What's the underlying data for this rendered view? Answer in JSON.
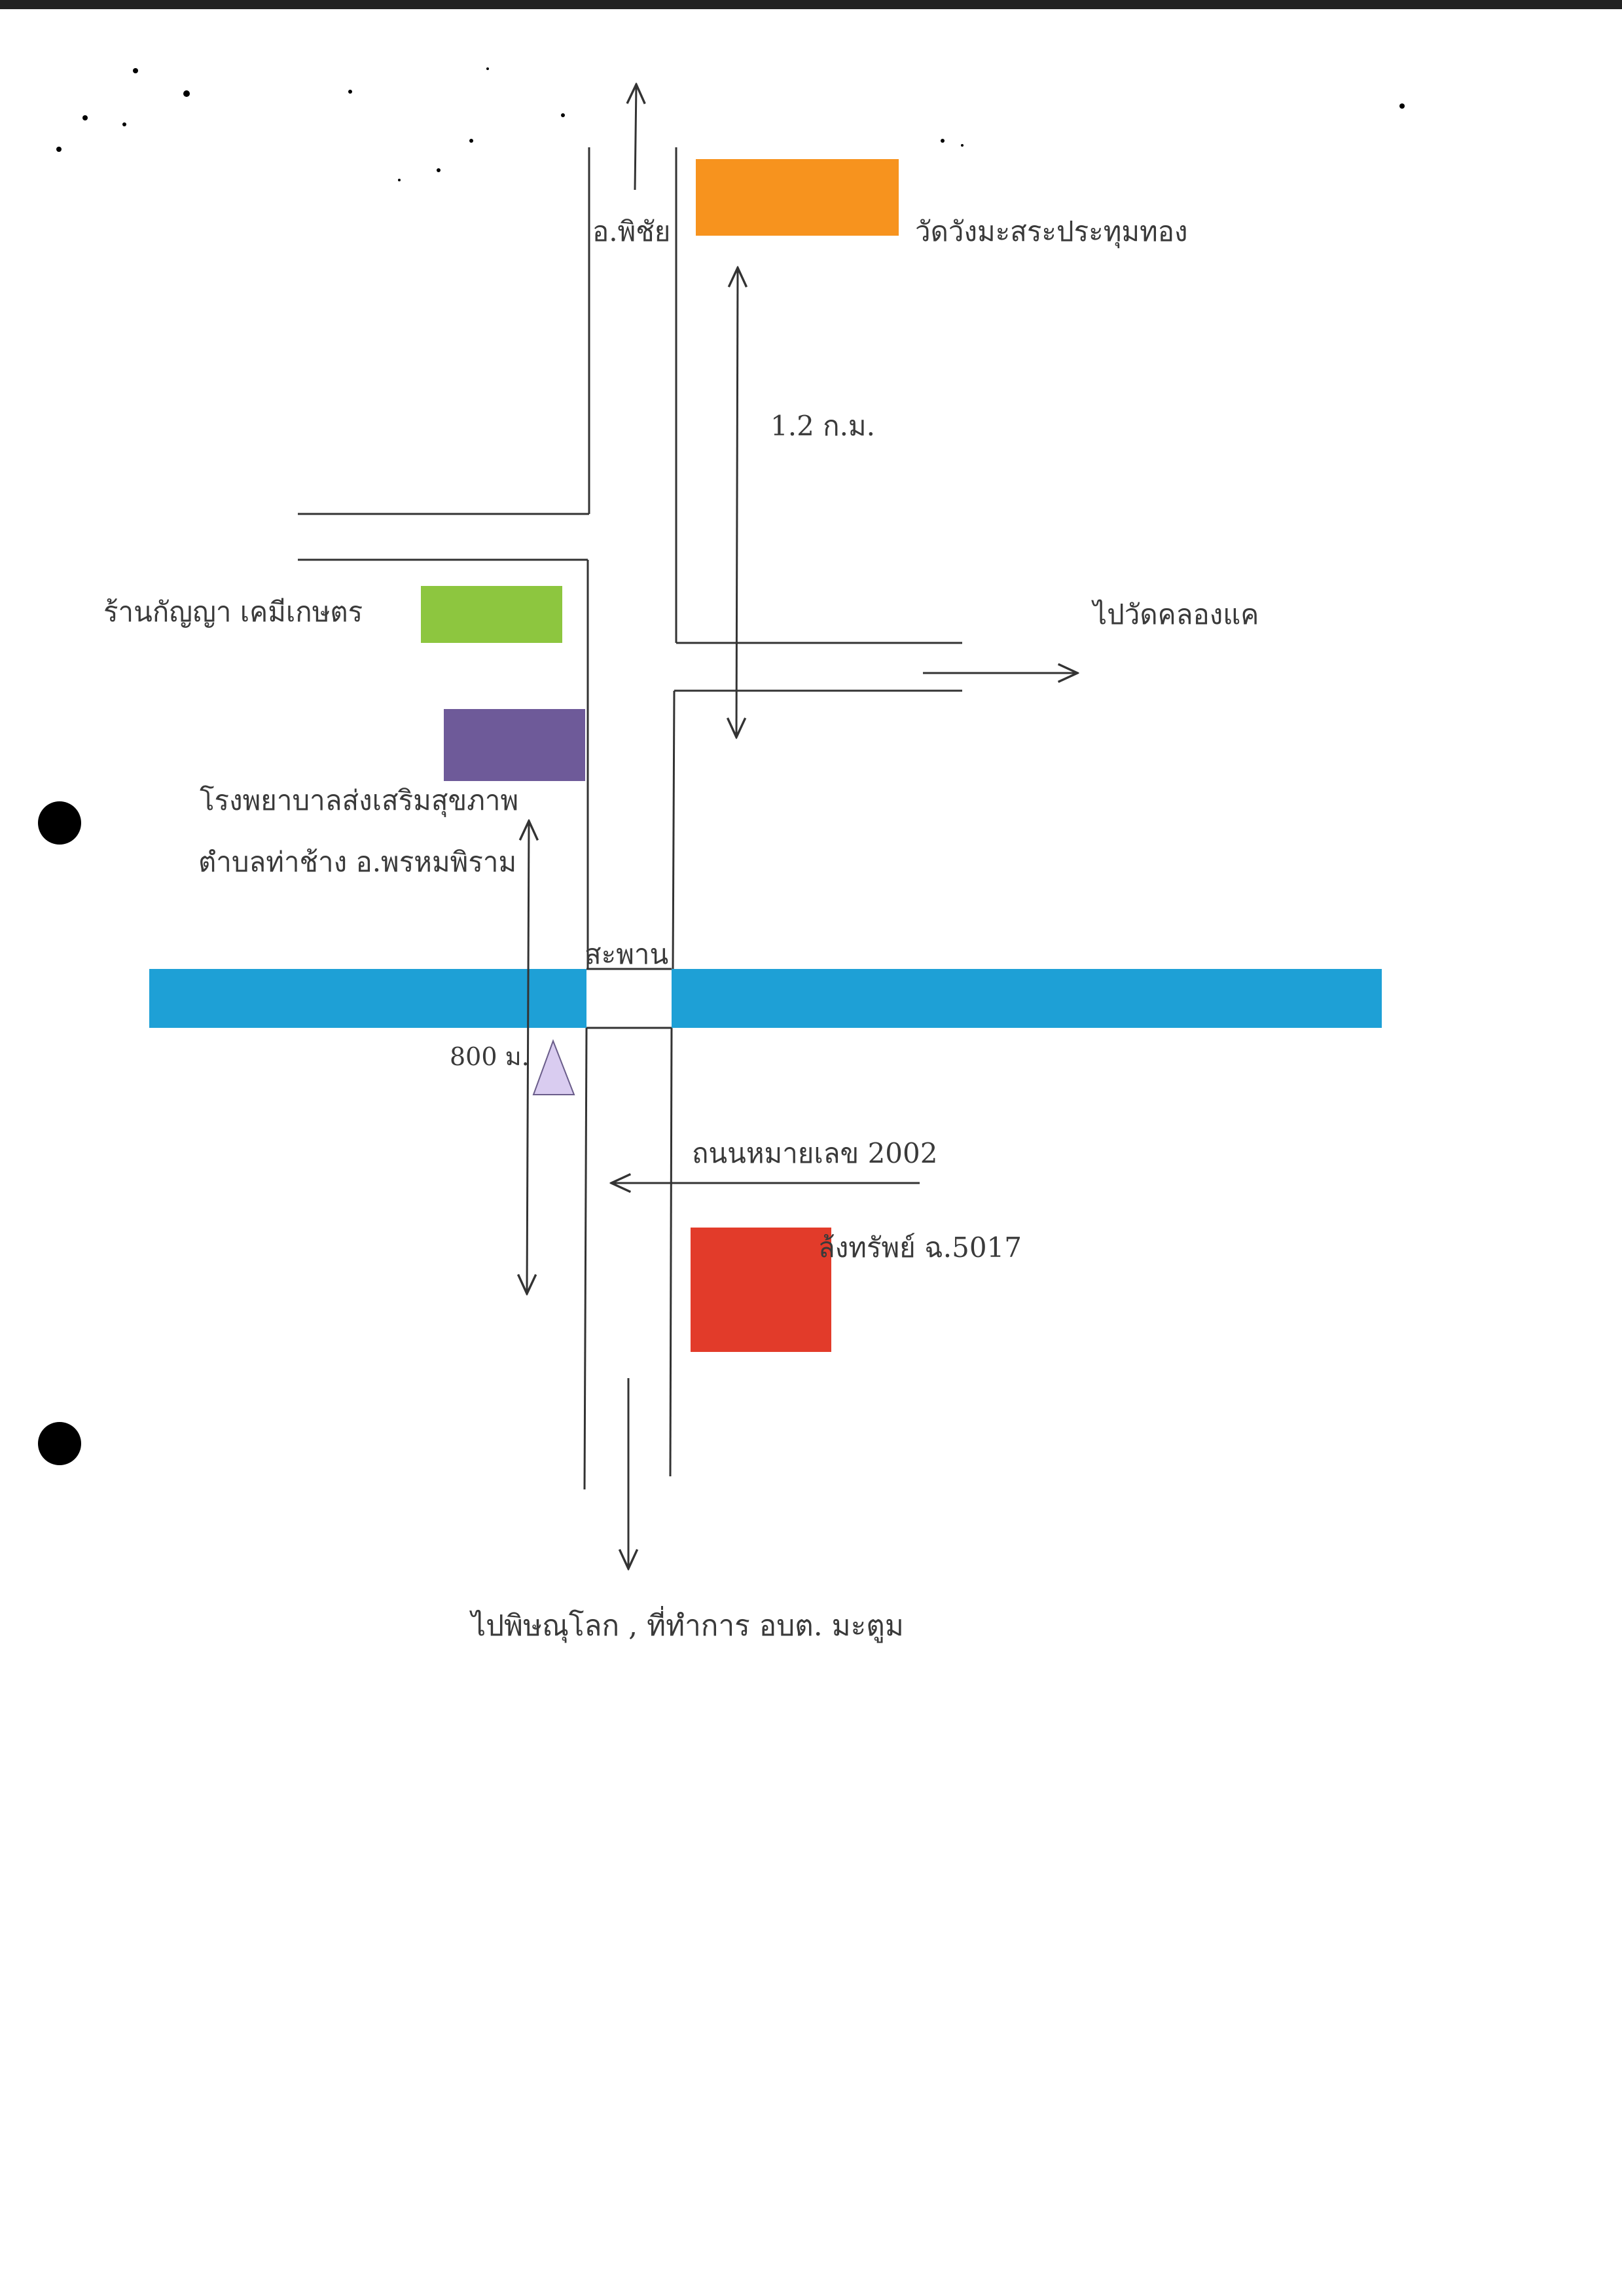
{
  "map": {
    "labels": {
      "north_road": "อ.พิชัย",
      "temple": "วัดวังมะสระประทุมทอง",
      "distance_north": "1.2 ก.ม.",
      "shop": "ร้านกัญญา เคมีเกษตร",
      "east_road": "ไปวัดคลองแค",
      "hospital_line1": "โรงพยาบาลส่งเสริมสุขภาพ",
      "hospital_line2": "ตำบลท่าช้าง อ.พรหมพิราม",
      "bridge": "สะพาน",
      "distance_south": "800 ม.",
      "road_number": "ถนนหมายเลข 2002",
      "rice_mill": "ล้งทรัพย์ ฉ.5017",
      "south_road": "ไปพิษณุโลก , ที่ทำการ อบต. มะตูม"
    },
    "colors": {
      "temple": "#f7931e",
      "shop": "#8dc63f",
      "hospital": "#6e5a99",
      "river": "#1ea0d6",
      "rice_mill": "#e23b2a",
      "marker": "#d9ccf0",
      "road_line": "#333333"
    },
    "icons": {
      "location_marker": "triangle-marker-icon",
      "punch_hole": "punch-hole-icon"
    }
  }
}
